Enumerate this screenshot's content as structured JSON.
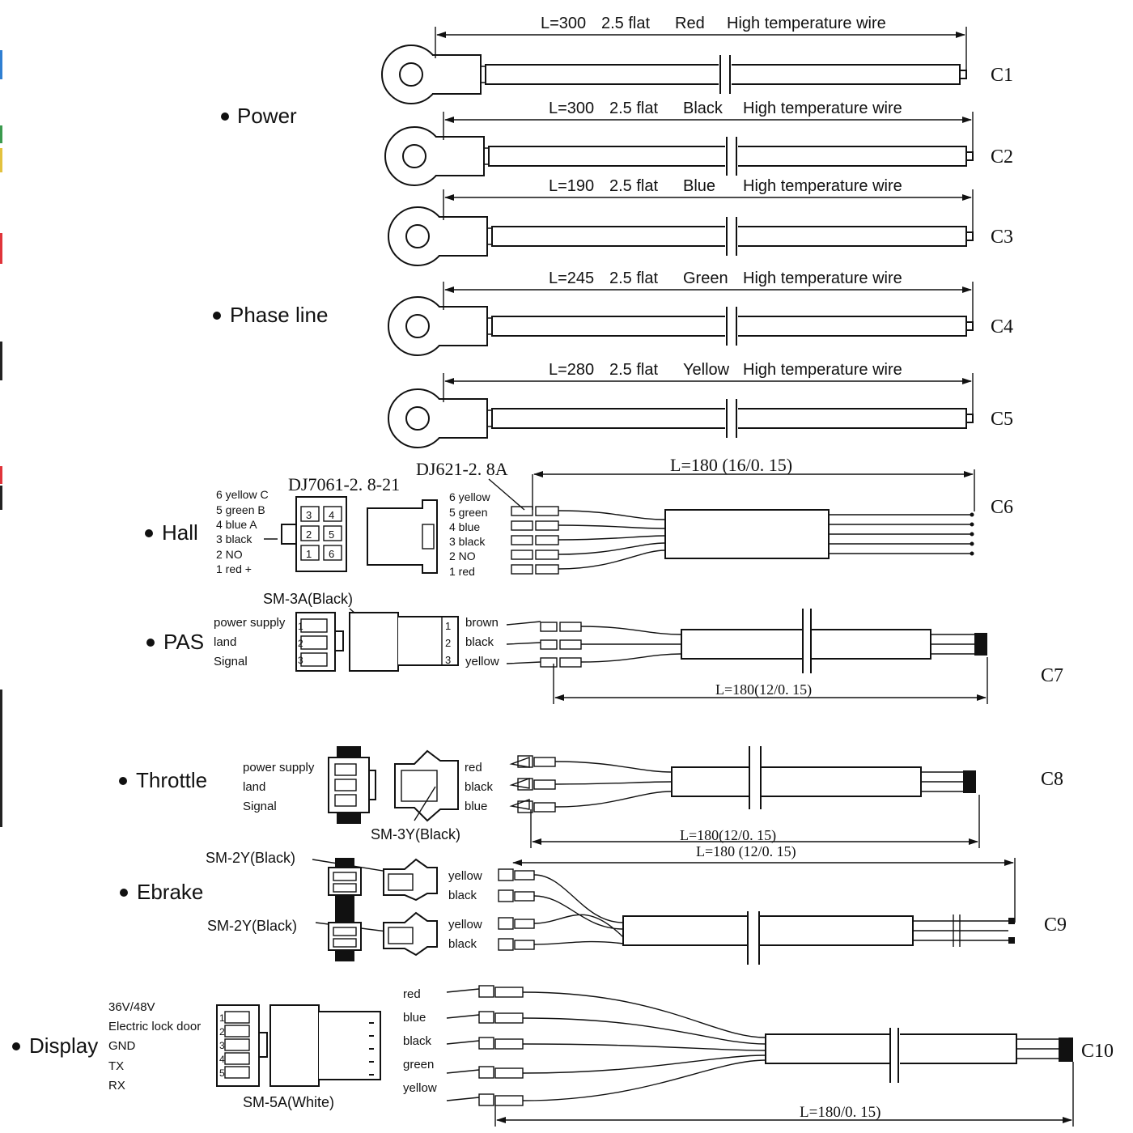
{
  "labels": {
    "power": "Power",
    "phase": "Phase line",
    "hall": "Hall",
    "pas": "PAS",
    "throttle": "Throttle",
    "ebrake": "Ebrake",
    "display": "Display"
  },
  "wires": [
    {
      "code": "C1",
      "length": "L=300",
      "spec": "2.5 flat",
      "color": "Red",
      "type": "High temperature wire"
    },
    {
      "code": "C2",
      "length": "L=300",
      "spec": "2.5 flat",
      "color": "Black",
      "type": "High temperature wire"
    },
    {
      "code": "C3",
      "length": "L=190",
      "spec": "2.5 flat",
      "color": "Blue",
      "type": "High temperature wire"
    },
    {
      "code": "C4",
      "length": "L=245",
      "spec": "2.5 flat",
      "color": "Green",
      "type": "High temperature wire"
    },
    {
      "code": "C5",
      "length": "L=280",
      "spec": "2.5 flat",
      "color": "Yellow",
      "type": "High temperature wire"
    }
  ],
  "hall": {
    "code": "C6",
    "connector_a": "DJ7061-2. 8-21",
    "connector_b": "DJ621-2. 8A",
    "length": "L=180 (16/0. 15)",
    "pins_left": [
      "6 yellow C",
      "5 green B",
      "4 blue A",
      "3 black",
      "2 NO",
      "1 red +"
    ],
    "pins_right": [
      "6 yellow",
      "5 green",
      "4 blue",
      "3 black",
      "2 NO",
      "1 red"
    ],
    "pin_numbers": [
      "3",
      "4",
      "2",
      "5",
      "1",
      "6"
    ]
  },
  "pas": {
    "code": "C7",
    "connector": "SM-3A(Black)",
    "functions": [
      "power supply",
      "land",
      "Signal"
    ],
    "colors": [
      "brown",
      "black",
      "yellow"
    ],
    "pin_numbers": [
      "1",
      "2",
      "3"
    ],
    "length": "L=180(12/0. 15)"
  },
  "throttle": {
    "code": "C8",
    "connector": "SM-3Y(Black)",
    "functions": [
      "power supply",
      "land",
      "Signal"
    ],
    "colors": [
      "red",
      "black",
      "blue"
    ],
    "length": "L=180(12/0. 15)"
  },
  "ebrake": {
    "code": "C9",
    "connector_1": "SM-2Y(Black)",
    "connector_2": "SM-2Y(Black)",
    "colors_1": [
      "yellow",
      "black"
    ],
    "colors_2": [
      "yellow",
      "black"
    ],
    "length": "L=180 (12/0. 15)"
  },
  "display": {
    "code": "C10",
    "connector": "SM-5A(White)",
    "functions": [
      "36V/48V",
      "Electric lock door",
      "GND",
      "TX",
      "RX"
    ],
    "colors": [
      "red",
      "blue",
      "black",
      "green",
      "yellow"
    ],
    "pin_numbers": [
      "1",
      "2",
      "3",
      "4",
      "5"
    ],
    "length": "L=180/0. 15)"
  }
}
